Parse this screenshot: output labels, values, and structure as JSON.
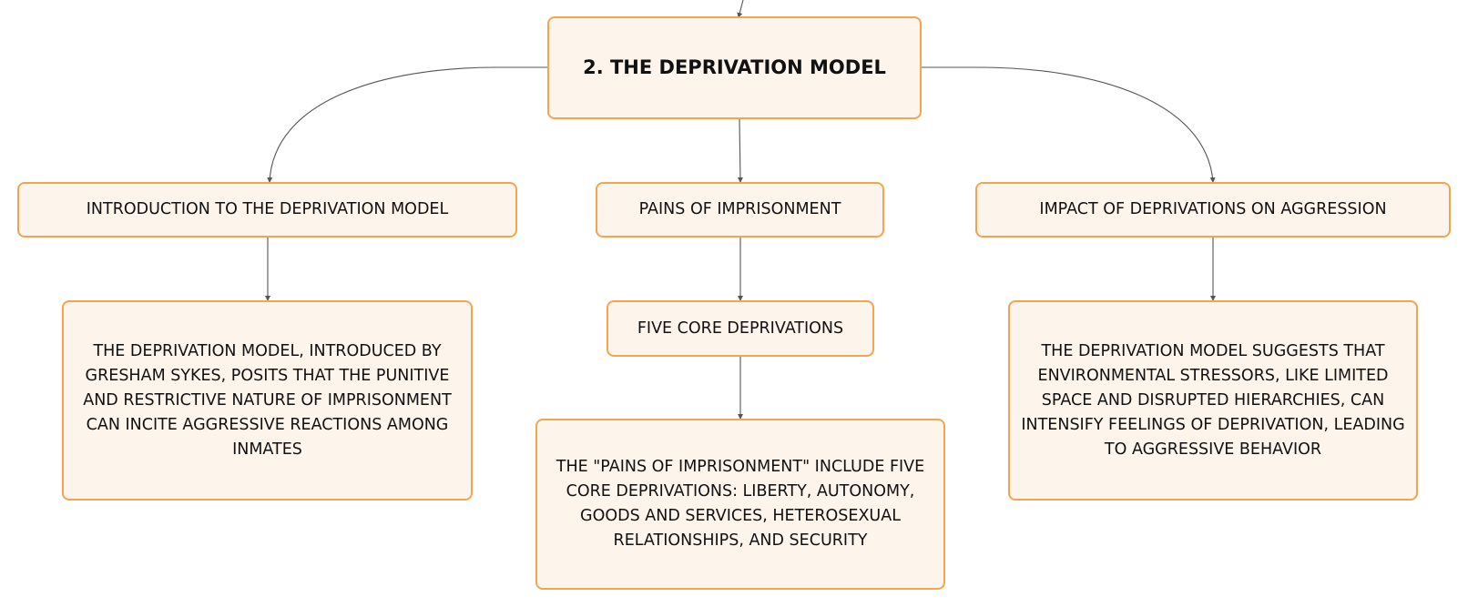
{
  "root": {
    "label": "2. THE DEPRIVATION MODEL"
  },
  "branches": {
    "intro": {
      "label": "INTRODUCTION TO THE DEPRIVATION MODEL",
      "detail": "THE DEPRIVATION MODEL, INTRODUCED BY GRESHAM SYKES, POSITS THAT THE PUNITIVE AND RESTRICTIVE NATURE OF IMPRISONMENT CAN INCITE AGGRESSIVE REACTIONS AMONG INMATES"
    },
    "pains": {
      "label": "PAINS OF IMPRISONMENT",
      "sub": "FIVE CORE DEPRIVATIONS",
      "detail": "THE \"PAINS OF IMPRISONMENT\" INCLUDE FIVE CORE DEPRIVATIONS: LIBERTY, AUTONOMY, GOODS AND SERVICES, HETEROSEXUAL RELATIONSHIPS, AND SECURITY"
    },
    "impact": {
      "label": "IMPACT OF DEPRIVATIONS ON AGGRESSION",
      "detail": "THE DEPRIVATION MODEL SUGGESTS THAT ENVIRONMENTAL STRESSORS, LIKE LIMITED SPACE AND DISRUPTED HIERARCHIES, CAN INTENSIFY FEELINGS OF DEPRIVATION, LEADING TO AGGRESSIVE BEHAVIOR"
    }
  },
  "colors": {
    "node_fill": "#fdf4ec",
    "node_border": "#f2a550",
    "connector": "#555555",
    "text": "#111111"
  }
}
